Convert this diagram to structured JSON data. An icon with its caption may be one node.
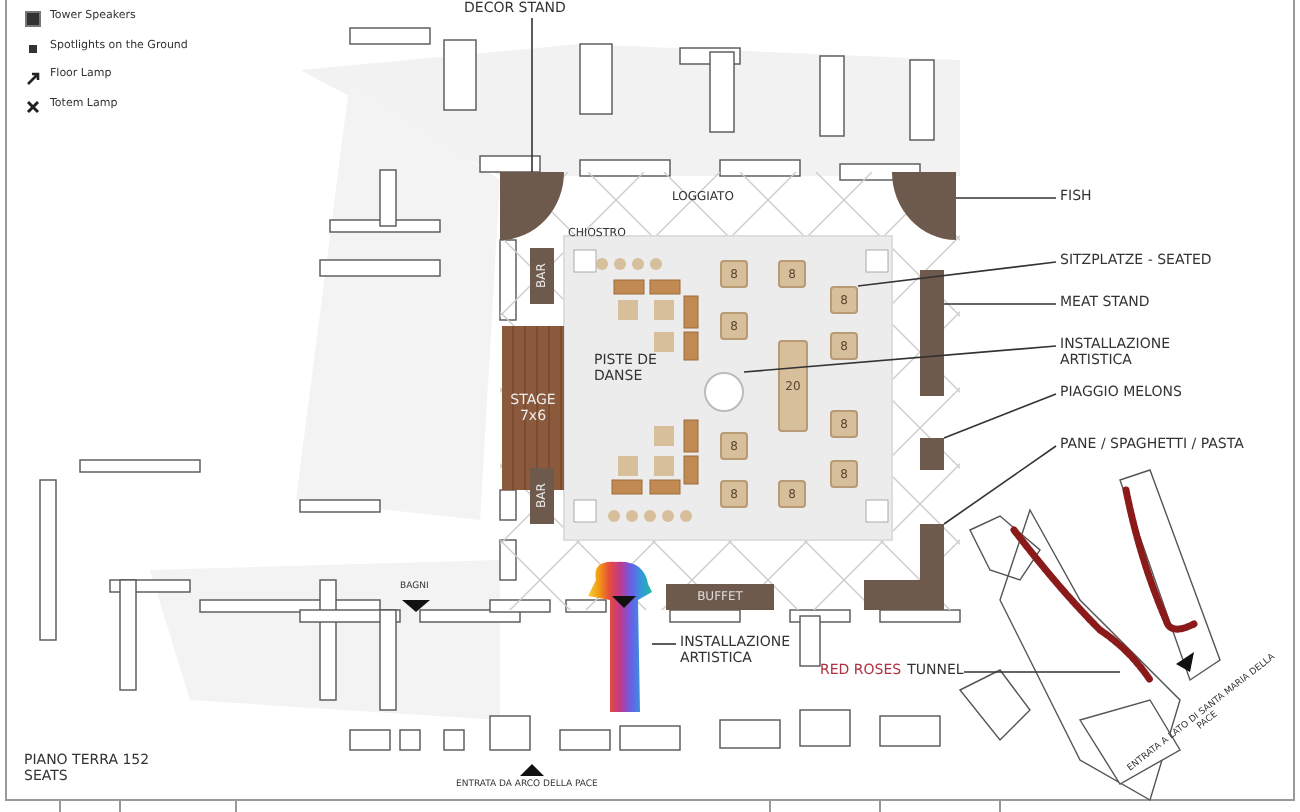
{
  "diagram": {
    "nodes": [
      {
        "text": [
          "DECOR STAND"
        ]
      },
      {
        "text": [],
        "shape": "quarter-circle"
      },
      {
        "text": [],
        "shape": "quarter-circle"
      },
      {
        "text": [
          "FISH"
        ]
      },
      {
        "text": [
          "BAR"
        ]
      },
      {
        "text": [
          "SITZPLATZE - SEATED"
        ]
      },
      {
        "text": [
          "STAGE 7x6"
        ]
      },
      {
        "text": [
          "PISTE DE DANSE"
        ]
      },
      {
        "text": [
          "8"
        ]
      },
      {
        "text": [
          "8"
        ]
      },
      {
        "text": [
          "8"
        ]
      },
      {
        "text": [
          "8"
        ]
      },
      {
        "text": [
          "8"
        ]
      },
      {
        "text": [
          "20"
        ]
      },
      {
        "text": [
          "8"
        ]
      },
      {
        "text": [
          "8"
        ]
      },
      {
        "text": [
          "8"
        ]
      },
      {
        "text": [
          "8"
        ]
      },
      {
        "text": [
          "8"
        ]
      },
      {
        "text": [],
        "shape": "circle"
      },
      {
        "text": [
          "MEAT STAND"
        ]
      },
      {
        "text": [],
        "shape": "bar"
      },
      {
        "text": [
          "INSTALLAZIONE ARTISTICA"
        ]
      },
      {
        "text": [
          "PIAGGIO MELONS"
        ]
      },
      {
        "text": [],
        "shape": "box"
      },
      {
        "text": [
          "PANE / SPAGHETTI / PASTA"
        ]
      },
      {
        "text": [],
        "shape": "box"
      },
      {
        "text": [
          "BAR"
        ]
      },
      {
        "text": [
          "BUFFET"
        ]
      },
      {
        "text": [],
        "shape": "picture"
      },
      {
        "text": [
          "INSTALLAZIONE ARTISTICA"
        ]
      },
      {
        "text": [
          "RED ROSES",
          "TUNNEL"
        ]
      },
      {
        "text": [],
        "shape": "picture"
      }
    ],
    "edges": [
      {
        "from": 0,
        "to": 1,
        "arrow": "none"
      },
      {
        "from": 3,
        "to": 2,
        "arrow": "none"
      },
      {
        "from": 5,
        "to": 11,
        "arrow": "none"
      },
      {
        "from": 20,
        "to": 21,
        "arrow": "none"
      },
      {
        "from": 22,
        "to": 19,
        "arrow": "none"
      },
      {
        "from": 23,
        "to": 24,
        "arrow": "none"
      },
      {
        "from": 25,
        "to": 26,
        "arrow": "none"
      },
      {
        "from": 30,
        "to": 29,
        "arrow": "none"
      },
      {
        "from": 31,
        "to": 32,
        "arrow": "none"
      }
    ],
    "labels": [
      "LOGGIATO",
      "CHIOSTRO",
      "BAGNI",
      "ENTRATA A LATO DI SANTA MARIA DELLA PACE",
      "PIANO TERRA 152 SEATS",
      "ENTRATA DA ARCO DELLA PACE"
    ],
    "legend": [
      {
        "text": "Tower Speakers"
      },
      {
        "text": "Spotlights on the Ground"
      },
      {
        "text": "Floor Lamp"
      },
      {
        "text": "Totem Lamp"
      }
    ]
  }
}
